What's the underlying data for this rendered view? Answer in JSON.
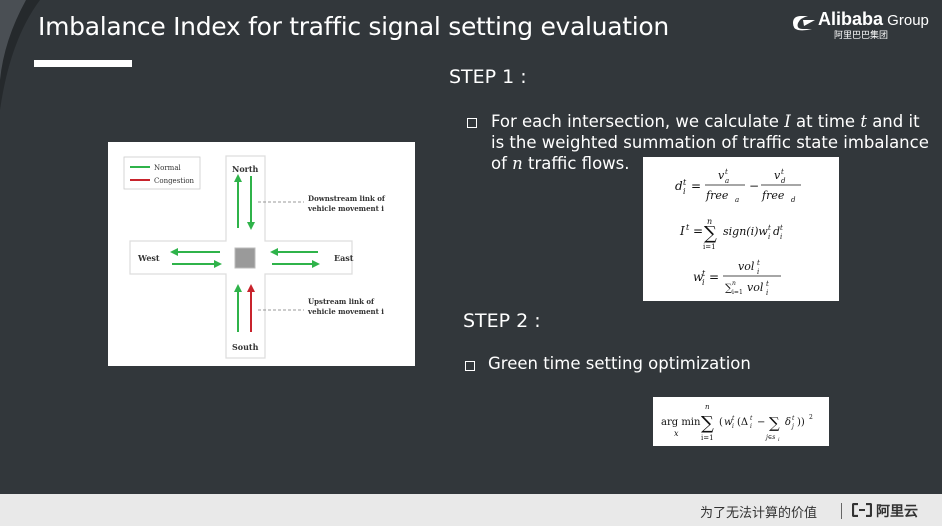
{
  "slide": {
    "title": "Imbalance Index for traffic signal setting evaluation",
    "logo": {
      "wordmark": "Alibaba",
      "group": " Group",
      "sub": "阿里巴巴集团"
    }
  },
  "step1": {
    "heading": "STEP 1 :",
    "bullet_parts": [
      "For each intersection, we calculate ",
      "I",
      " at time ",
      "t",
      " and it is the weighted summation of traffic state imbalance of ",
      "n",
      " traffic flows."
    ]
  },
  "step2": {
    "heading": "STEP 2 :",
    "bullet": "Green time setting optimization"
  },
  "diagram": {
    "legend": {
      "normal": "Normal",
      "congestion": "Congestion"
    },
    "directions": {
      "north": "North",
      "south": "South",
      "west": "West",
      "east": "East"
    },
    "labels": {
      "downstream_line1": "Downstream link of",
      "downstream_line2": "vehicle movement i",
      "upstream_line1": "Upstream link of",
      "upstream_line2": "vehicle movement i"
    },
    "colors": {
      "normal": "#2fb34a",
      "congestion": "#c8232c"
    }
  },
  "footer": {
    "slogan": "为了无法计算的价值",
    "brand": "阿里云"
  }
}
